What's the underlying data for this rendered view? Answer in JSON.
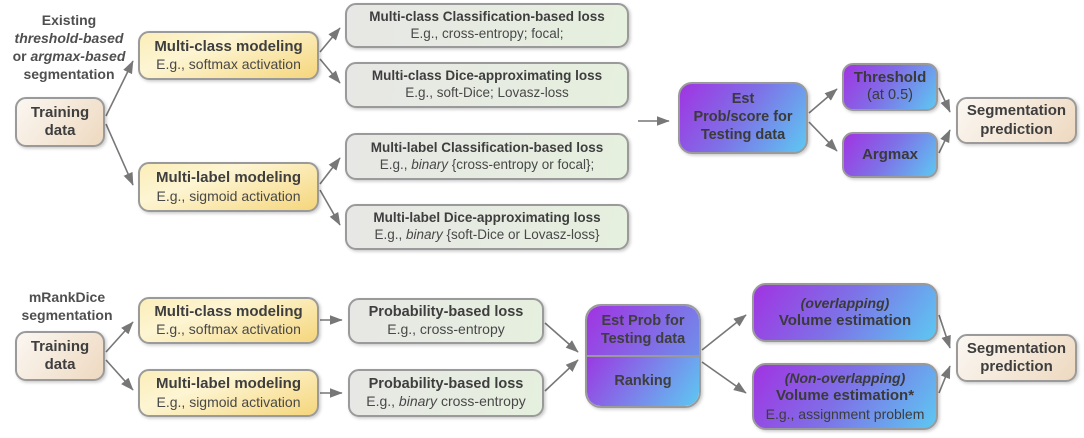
{
  "diagram": {
    "colors": {
      "background": "#ffffff",
      "box_border": "#9a9a9a",
      "arrow": "#777777",
      "text": "#3e3e3e",
      "label_text": "#4f4f4f",
      "yellow_start": "#fbeeb9",
      "yellow_end": "#f5d67c",
      "green_start": "#e7e7e5",
      "green_end": "#e6f0de",
      "purple_start": "#a133e2",
      "purple_end": "#5dc8f2",
      "tan_start": "#fbf7f2",
      "tan_end": "#eed9c0"
    },
    "top": {
      "label": {
        "line1": "Existing",
        "line2_italic": "threshold-based",
        "line3_prefix": "or ",
        "line3_italic": "argmax-based",
        "line4": "segmentation"
      },
      "training": {
        "line1": "Training",
        "line2": "data"
      },
      "multiclass_modeling": {
        "title": "Multi-class modeling",
        "subtitle": "E.g., softmax activation"
      },
      "multilabel_modeling": {
        "title": "Multi-label modeling",
        "subtitle": "E.g., sigmoid activation"
      },
      "mc_classification_loss": {
        "title": "Multi-class Classification-based loss",
        "subtitle": "E.g., cross-entropy; focal;"
      },
      "mc_dice_loss": {
        "title": "Multi-class Dice-approximating loss",
        "subtitle": "E.g., soft-Dice; Lovasz-loss"
      },
      "ml_classification_loss": {
        "title": "Multi-label Classification-based loss",
        "sub_prefix": "E.g., ",
        "sub_italic": "binary",
        "sub_suffix": " {cross-entropy or focal};"
      },
      "ml_dice_loss": {
        "title": "Multi-label Dice-approximating loss",
        "sub_prefix": "E.g., ",
        "sub_italic": "binary",
        "sub_suffix": " {soft-Dice or Lovasz-loss}"
      },
      "est_prob": {
        "line1": "Est",
        "line2": "Prob/score for",
        "line3": "Testing data"
      },
      "threshold": {
        "title": "Threshold",
        "subtitle": "(at 0.5)"
      },
      "argmax": {
        "title": "Argmax"
      },
      "seg_prediction": {
        "line1": "Segmentation",
        "line2": "prediction"
      }
    },
    "bottom": {
      "label": {
        "line1": "mRankDice",
        "line2": "segmentation"
      },
      "training": {
        "line1": "Training",
        "line2": "data"
      },
      "multiclass_modeling": {
        "title": "Multi-class modeling",
        "subtitle": "E.g., softmax activation"
      },
      "multilabel_modeling": {
        "title": "Multi-label modeling",
        "subtitle": "E.g., sigmoid activation"
      },
      "prob_loss_1": {
        "title": "Probability-based loss",
        "subtitle": "E.g., cross-entropy"
      },
      "prob_loss_2": {
        "title": "Probability-based loss",
        "sub_prefix": "E.g., ",
        "sub_italic": "binary",
        "sub_suffix": " cross-entropy"
      },
      "est_prob_ranking": {
        "line1": "Est Prob for",
        "line2": "Testing data",
        "line3": "Ranking"
      },
      "volume_overlapping": {
        "italic_line": "(overlapping)",
        "title": "Volume estimation"
      },
      "volume_non_overlapping": {
        "italic_line": "(Non-overlapping)",
        "title": "Volume estimation*",
        "subtitle": "E.g., assignment problem"
      },
      "seg_prediction": {
        "line1": "Segmentation",
        "line2": "prediction"
      }
    }
  }
}
